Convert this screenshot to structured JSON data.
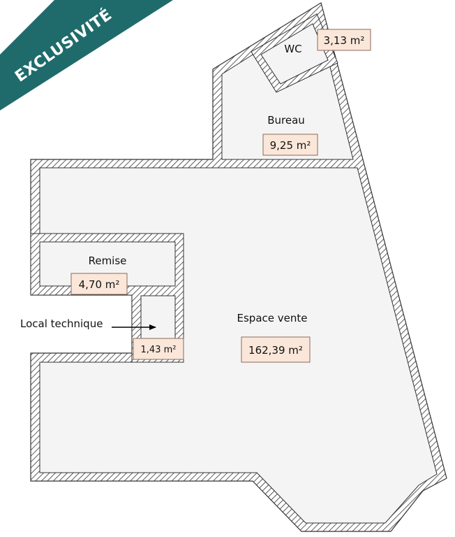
{
  "banner": {
    "text": "EXCLUSIVITÉ",
    "color": "#1f6b6b"
  },
  "colors": {
    "floor": "#f4f4f4",
    "wall_hatch": "#333333",
    "area_fill": "#fbe7d9"
  },
  "rooms": {
    "wc": {
      "label": "WC",
      "area": "3,13 m²"
    },
    "bureau": {
      "label": "Bureau",
      "area": "9,25 m²"
    },
    "remise": {
      "label": "Remise",
      "area": "4,70 m²"
    },
    "local_technique": {
      "label": "Local technique",
      "area": "1,43 m²"
    },
    "espace_vente": {
      "label": "Espace vente",
      "area": "162,39 m²"
    }
  }
}
